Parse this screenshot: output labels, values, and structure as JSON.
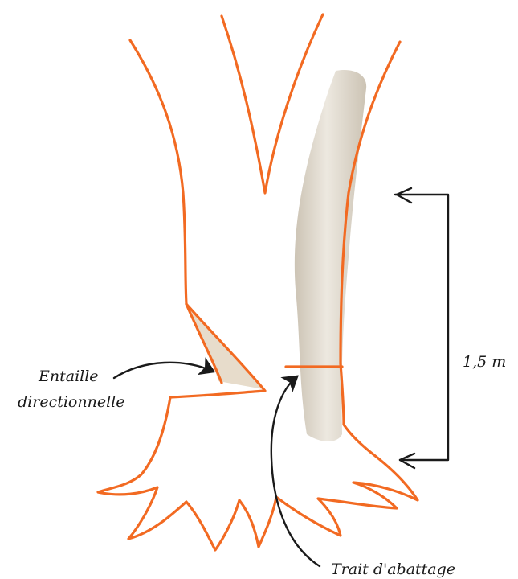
{
  "labels": {
    "directional_notch_line1": "Entaille",
    "directional_notch_line2": "directionnelle",
    "felling_cut": "Trait d'abattage",
    "height": "1,5 m"
  },
  "colors": {
    "outline": "#f26a22",
    "arrow": "#1a1a1a",
    "text": "#1a1a1a",
    "trunk_light": "#ece7de",
    "trunk_dark": "#c9c0b0",
    "notch_fill": "#e7dccb"
  }
}
